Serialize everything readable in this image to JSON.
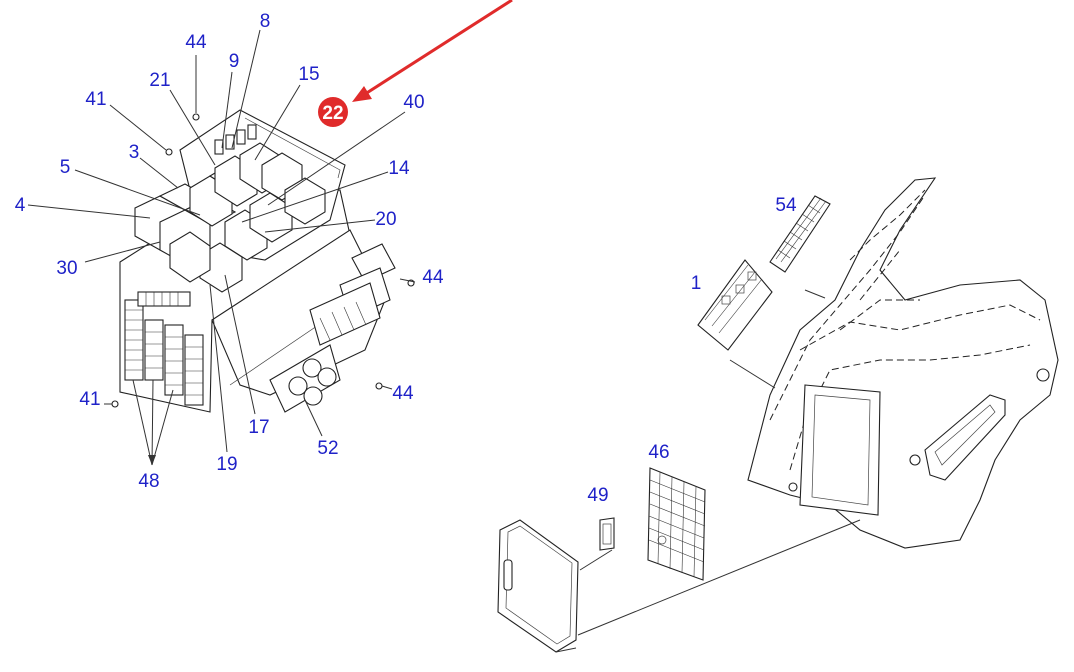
{
  "labels": {
    "l44a": "44",
    "l8": "8",
    "l9": "9",
    "l21": "21",
    "l15": "15",
    "l41a": "41",
    "l40": "40",
    "l3": "3",
    "l5": "5",
    "l14": "14",
    "l4": "4",
    "l20": "20",
    "l30": "30",
    "l44b": "44",
    "l41b": "41",
    "l44c": "44",
    "l17": "17",
    "l52": "52",
    "l19": "19",
    "l48": "48",
    "l54": "54",
    "l1": "1",
    "l46": "46",
    "l49": "49"
  },
  "highlight": {
    "label": "22",
    "color": "#e02b2b"
  },
  "colors": {
    "callout_text": "#1f22c8",
    "arrow": "#e02b2b",
    "line_art": "#222222"
  }
}
